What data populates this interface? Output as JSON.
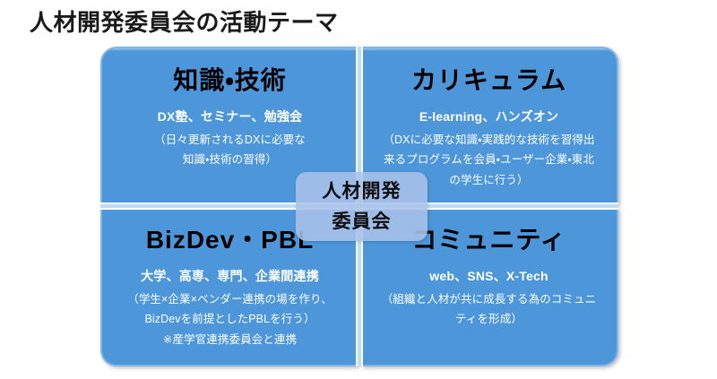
{
  "page": {
    "title": "人材開発委員会の活動テーマ",
    "background_color": "#ffffff"
  },
  "colors": {
    "quadrant_fill": "#4d96d9",
    "quadrant_border": "#7fb8e6",
    "divider": "#bfdcf3",
    "center_badge_fill": "#aac1e9",
    "heading_text": "#000000",
    "body_text": "#ffffff",
    "title_text": "#1a1a1a"
  },
  "center": {
    "line1": "人材開発",
    "line2": "委員会"
  },
  "quadrants": [
    {
      "position": "top-left",
      "heading": "知識・技術",
      "subtitle": "DX塾、セミナー、勉強会",
      "body": "（日々更新されるDXに必要な 知識・技術の習得）",
      "body_lines": [
        "（日々更新されるDXに必要な",
        "知識・技術の習得）"
      ],
      "note": ""
    },
    {
      "position": "top-right",
      "heading": "カリキュラム",
      "subtitle": "E-learning、ハンズオン",
      "body": "（DXに必要な知識・実践的な技術を習得出来るプログラムを会員・ユーザー企業・東北の学生に行う）",
      "body_lines": [
        "（DXに必要な知識・実践的な技術を習得出",
        "来るプログラムを会員・ユーザー企業・東北",
        "の学生に行う）"
      ],
      "note": ""
    },
    {
      "position": "bottom-left",
      "heading": "BizDev・PBL",
      "subtitle": "大学、高専、専門、企業間連携",
      "body": "（学生×企業×ベンダー連携の場を作り、BizDevを前提としたPBLを行う）",
      "body_lines": [
        "（学生×企業×ベンダー連携の場を作り、",
        "BizDevを前提としたPBLを行う）"
      ],
      "note": "※産学官連携委員会と連携"
    },
    {
      "position": "bottom-right",
      "heading": "コミュニティ",
      "subtitle": "web、SNS、X-Tech",
      "body": "（組織と人材が共に成長する為のコミュニティを形成）",
      "body_lines": [
        "（組織と人材が共に成長する為のコミュニ",
        "ティを形成）"
      ],
      "note": ""
    }
  ]
}
